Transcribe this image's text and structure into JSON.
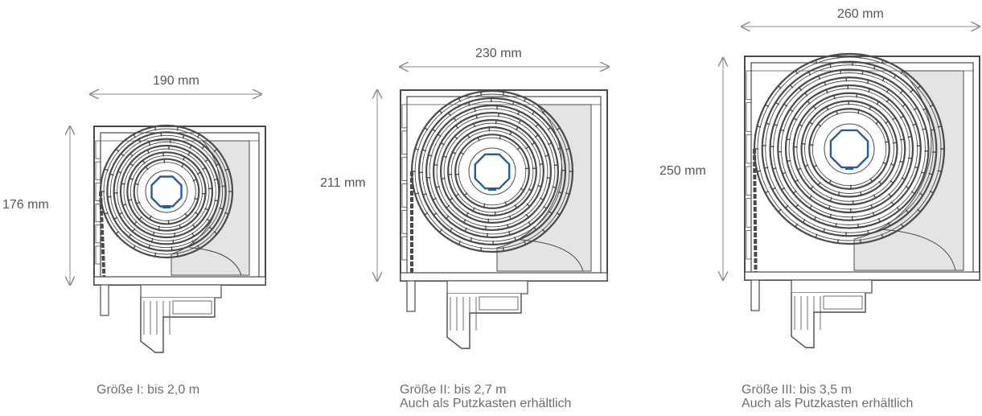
{
  "boxes": [
    {
      "width_label": "190 mm",
      "height_label": "176 mm",
      "caption_line1": "Größe I: bis 2,0 m",
      "caption_line2": ""
    },
    {
      "width_label": "230 mm",
      "height_label": "211 mm",
      "caption_line1": "Größe II: bis 2,7 m",
      "caption_line2": "Auch als Putzkasten erhältlich"
    },
    {
      "width_label": "260 mm",
      "height_label": "250 mm",
      "caption_line1": "Größe III: bis 3,5 m",
      "caption_line2": "Auch als Putzkasten erhältlich"
    }
  ],
  "colors": {
    "outline": "#4a4a4a",
    "fill_gray": "#e4e4e4",
    "axle_blue": "#1f5fa0",
    "text": "#6e6e6e",
    "arrow": "#8a8a8a"
  }
}
